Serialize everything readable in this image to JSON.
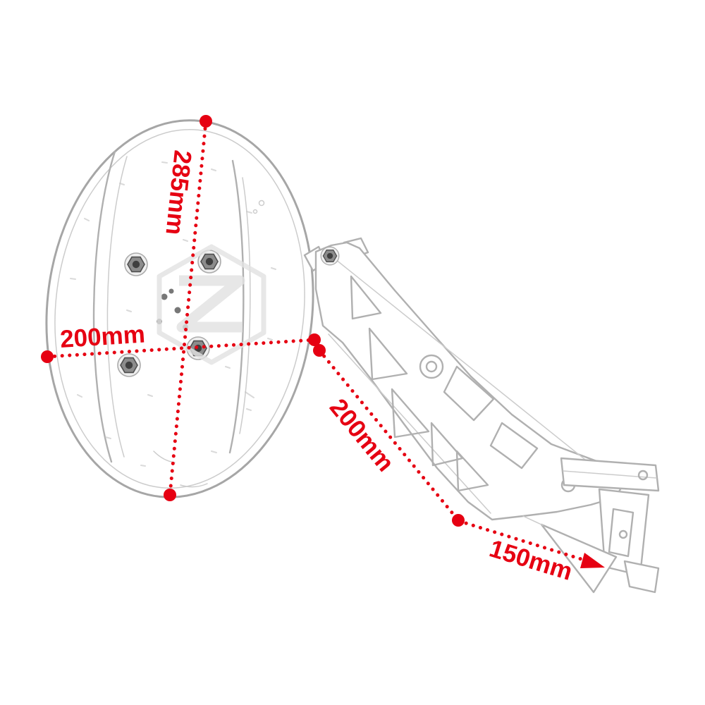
{
  "diagram": {
    "labels": {
      "plate_height": "285mm",
      "plate_width": "200mm",
      "arm_length": "200mm",
      "bracket_length": "150mm"
    },
    "colors": {
      "dimension_red": "#e60012",
      "sketch_gray": "#b0b0b0",
      "watermark_gray": "#e2e2e2",
      "background": "#ffffff"
    }
  }
}
